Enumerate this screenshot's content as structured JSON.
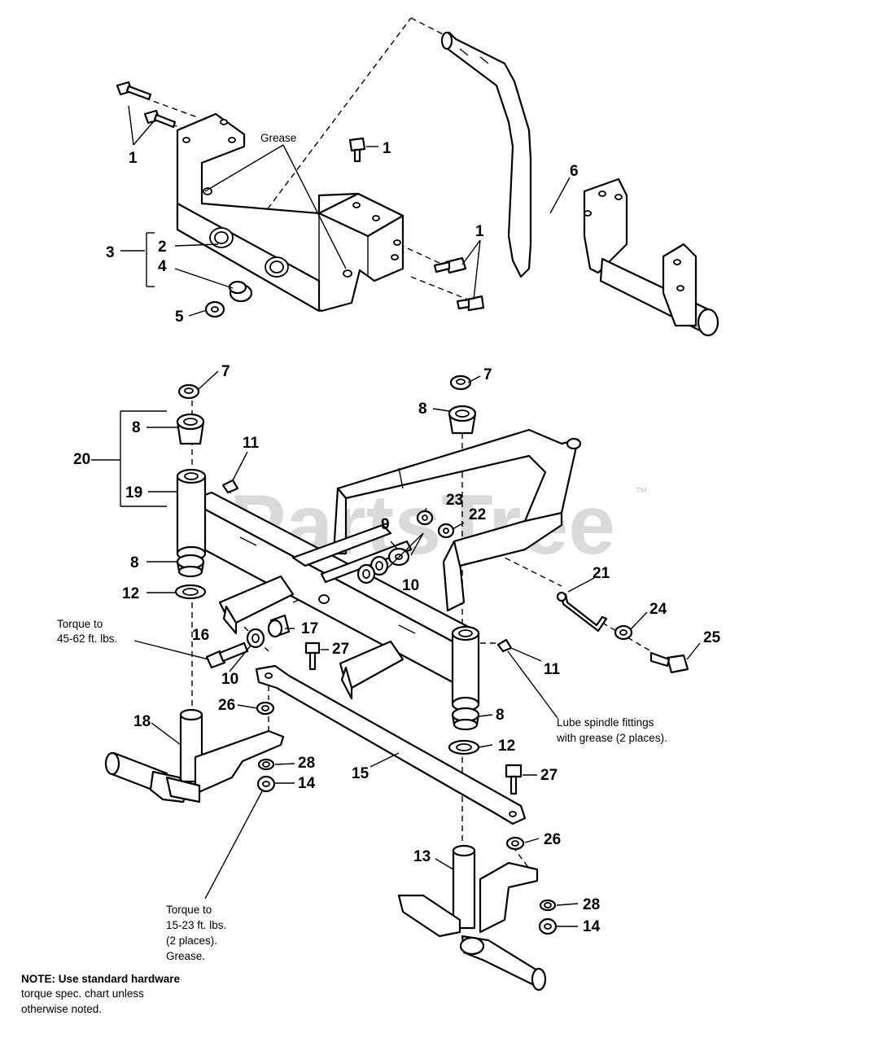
{
  "watermark": {
    "text": "PartsTree",
    "trademark": "™"
  },
  "labels": {
    "grease": "Grease",
    "torque_upper": [
      "Torque to",
      "45-62 ft. lbs."
    ],
    "torque_lower": [
      "Torque to",
      "15-23 ft. lbs.",
      "(2 places).",
      "Grease."
    ],
    "lube": [
      "Lube spindle fittings",
      "with grease (2 places)."
    ],
    "note": [
      "NOTE: Use standard hardware",
      "torque spec. chart unless",
      "otherwise noted."
    ]
  },
  "callouts": {
    "c1a": "1",
    "c1b": "1",
    "c1c": "1",
    "c2": "2",
    "c3": "3",
    "c4": "4",
    "c5": "5",
    "c6": "6",
    "c7a": "7",
    "c7b": "7",
    "c8a": "8",
    "c8b": "8",
    "c8c": "8",
    "c8d": "8",
    "c9": "9",
    "c10a": "10",
    "c10b": "10",
    "c11a": "11",
    "c11b": "11",
    "c12a": "12",
    "c12b": "12",
    "c13": "13",
    "c14a": "14",
    "c14b": "14",
    "c15": "15",
    "c16": "16",
    "c17": "17",
    "c18": "18",
    "c19": "19",
    "c20": "20",
    "c21": "21",
    "c22": "22",
    "c23": "23",
    "c24": "24",
    "c25": "25",
    "c26a": "26",
    "c26b": "26",
    "c27a": "27",
    "c27b": "27",
    "c28a": "28",
    "c28b": "28"
  },
  "colors": {
    "line": "#000000",
    "background": "#ffffff",
    "watermark": "#d2d2d2"
  }
}
